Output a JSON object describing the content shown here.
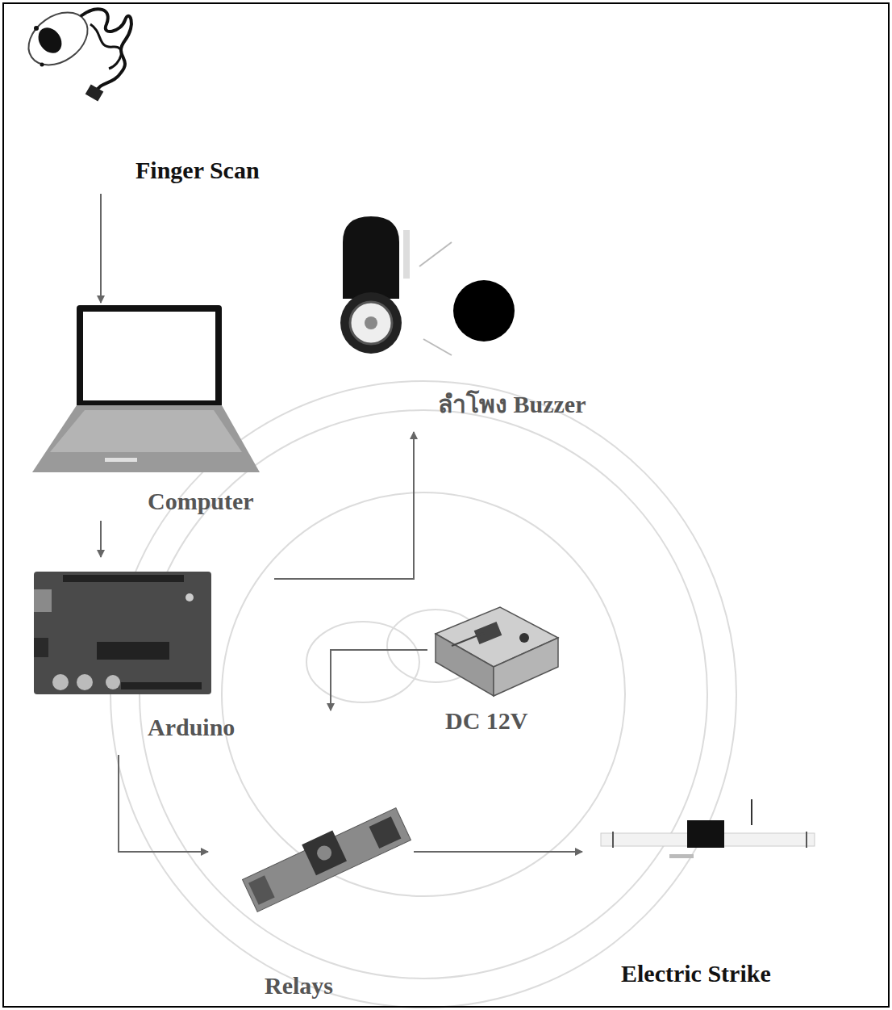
{
  "diagram": {
    "nodes": [
      {
        "text": [
          "Finger Scan"
        ]
      },
      {
        "text": [
          "Computer"
        ]
      },
      {
        "text": [
          "ลำโพง Buzzer"
        ]
      },
      {
        "text": [
          "Arduino"
        ]
      },
      {
        "text": [
          "DC 12V"
        ]
      },
      {
        "text": [
          "Relays"
        ]
      },
      {
        "text": [
          "Electric Strike"
        ]
      }
    ],
    "edges": [
      {
        "from": 0,
        "to": 1,
        "arrow": "to"
      },
      {
        "from": 1,
        "to": 3,
        "arrow": "to"
      },
      {
        "from": 3,
        "to": 2,
        "arrow": "to"
      },
      {
        "from": 4,
        "to": 5,
        "arrow": "to"
      },
      {
        "from": 3,
        "to": 5,
        "arrow": "to"
      },
      {
        "from": 5,
        "to": 6,
        "arrow": "to"
      }
    ]
  }
}
